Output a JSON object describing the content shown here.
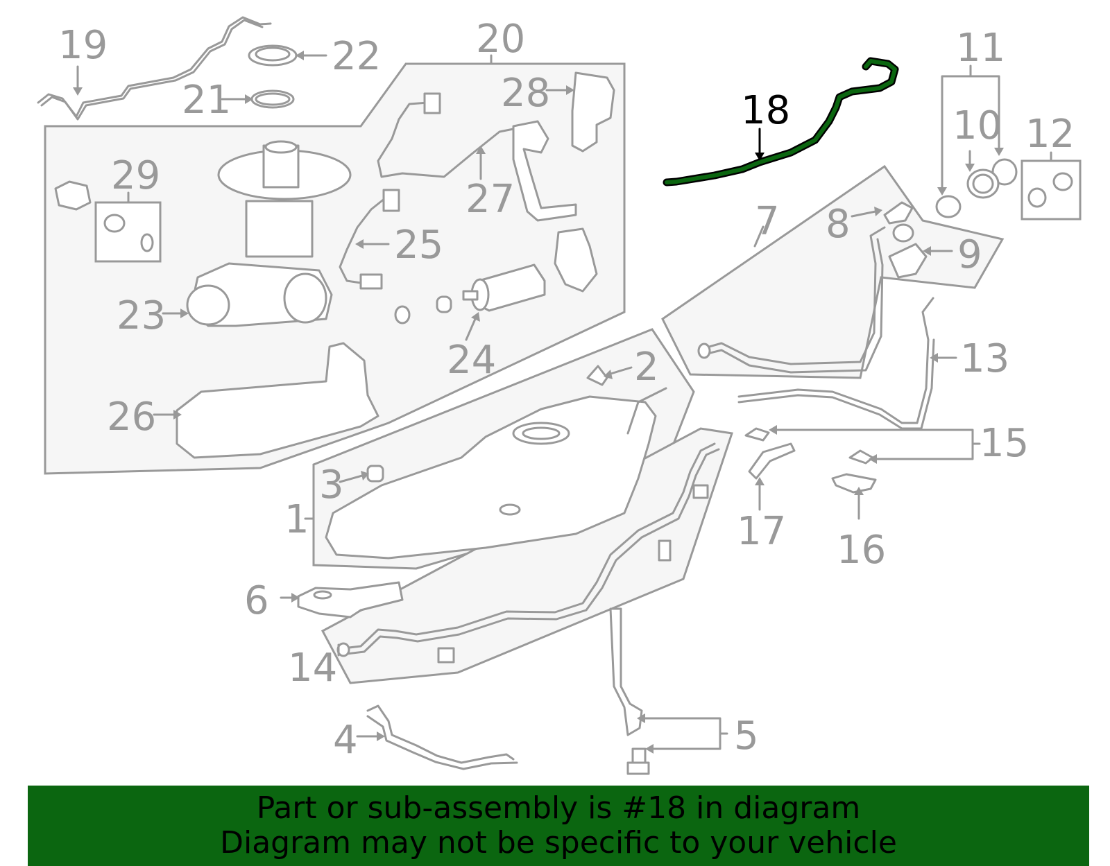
{
  "highlight_color": "#0b6610",
  "callouts": {
    "n1": "1",
    "n2": "2",
    "n3": "3",
    "n4": "4",
    "n5": "5",
    "n6": "6",
    "n7": "7",
    "n8": "8",
    "n9": "9",
    "n10": "10",
    "n11": "11",
    "n12": "12",
    "n13": "13",
    "n14": "14",
    "n15": "15",
    "n16": "16",
    "n17": "17",
    "n18": "18",
    "n19": "19",
    "n20": "20",
    "n21": "21",
    "n22": "22",
    "n23": "23",
    "n24": "24",
    "n25": "25",
    "n26": "26",
    "n27": "27",
    "n28": "28",
    "n29": "29"
  },
  "banner": {
    "line1": "Part or sub-assembly is #18 in diagram",
    "line2": "Diagram may not be specific to your vehicle"
  }
}
